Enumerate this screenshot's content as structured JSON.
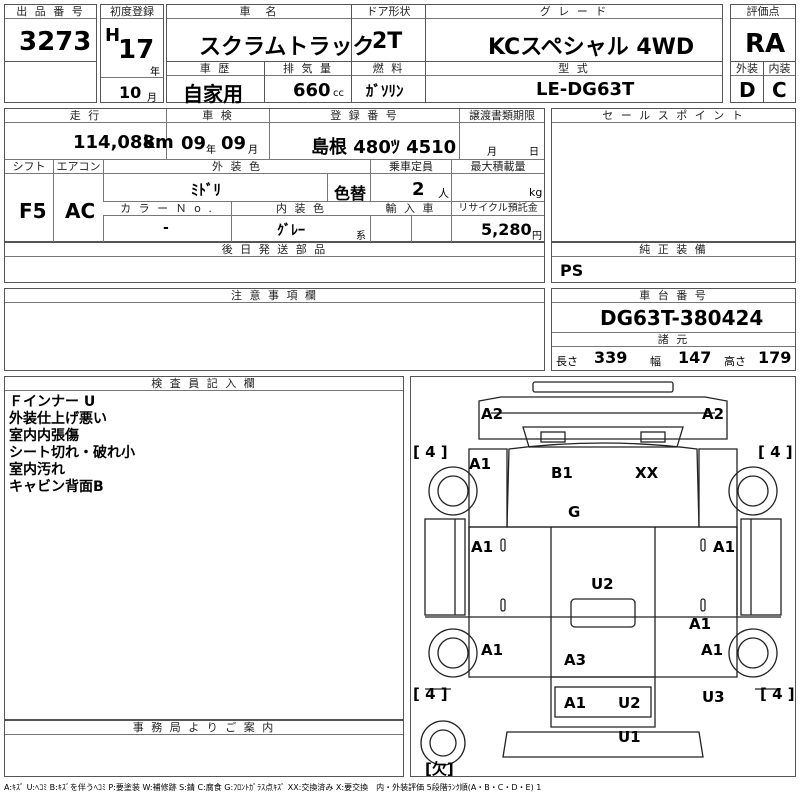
{
  "labels": {
    "lot_no": "出 品 番 号",
    "first_reg": "初度登録",
    "car_name": "車　名",
    "door_type": "ドア形状",
    "grade": "グ レ ー ド",
    "score": "評価点",
    "history": "車 歴",
    "displacement": "排 気 量",
    "fuel": "燃 料",
    "model_type": "型 式",
    "exterior": "外装",
    "interior": "内装",
    "mileage": "走 行",
    "inspection": "車 検",
    "reg_no": "登 録 番 号",
    "transfer_deadline": "譲渡書類期限",
    "sales_point": "セ ー ル ス ポ イ ン ト",
    "shift": "シフト",
    "aircon": "エアコン",
    "ext_color": "外 装 色",
    "capacity": "乗車定員",
    "max_load": "最大積載量",
    "color_no": "カ ラ ー Ｎ o .",
    "int_color": "内 装 色",
    "import": "輸 入 車",
    "recycle": "リサイクル預託金",
    "delivery_parts": "後 日 発 送 部 品",
    "genuine_equip": "純 正 装 備",
    "notes": "注 意 事 項 欄",
    "chassis_no": "車 台 番 号",
    "specs": "諸 元",
    "inspector": "検 査 員 記 入 欄",
    "office": "事 務 局 よ り ご 案 内"
  },
  "lot_no": "3273",
  "first_reg": {
    "era": "H",
    "year": "17",
    "year_unit": "年",
    "month": "10",
    "month_unit": "月"
  },
  "car_name": "スクラムトラック",
  "door_type": "2T",
  "grade": "KCスペシャル 4WD",
  "score": "RA",
  "history": "自家用",
  "displacement": {
    "value": "660",
    "unit": "cc"
  },
  "fuel": "ｶﾞｿﾘﾝ",
  "model_type": "LE-DG63T",
  "exterior_score": "D",
  "interior_score": "C",
  "mileage": {
    "value": "114,088",
    "unit": "km"
  },
  "inspection": {
    "year": "09",
    "year_unit": "年",
    "month": "09",
    "month_unit": "月"
  },
  "reg_no": "島根 480ﾂ 4510",
  "transfer_deadline": {
    "month_unit": "月",
    "day_unit": "日"
  },
  "shift": "F5",
  "aircon": "AC",
  "ext_color": "ﾐﾄﾞﾘ",
  "color_change": "色替",
  "capacity": {
    "value": "2",
    "unit": "人"
  },
  "max_load_unit": "kg",
  "color_no": "-",
  "int_color": {
    "value": "ｸﾞﾚｰ",
    "unit": "系"
  },
  "recycle": {
    "value": "5,280",
    "unit": "円"
  },
  "genuine_equip": "PS",
  "chassis_no": "DG63T-380424",
  "specs": {
    "length_label": "長さ",
    "length": "339",
    "width_label": "幅",
    "width": "147",
    "height_label": "高さ",
    "height": "179"
  },
  "inspector_remarks": [
    "Ｆインナー U",
    "外装仕上げ悪い",
    "室内内張傷",
    "シート切れ・破れ小",
    "室内汚れ",
    "キャビン背面B"
  ],
  "diagram_marks": {
    "front_left": "A2",
    "front_right": "A2",
    "fender_left": "A1",
    "windshield": "B1",
    "windshield_right": "XX",
    "hood": "G",
    "door_left": "A1",
    "door_right": "A1",
    "bed_front": "U2",
    "bed_right": "A1",
    "rear_left": "A1",
    "rear_right": "A1",
    "bed_center": "A3",
    "tailgate_left": "A1",
    "tailgate_right": "U2",
    "bumper_rear": "U1",
    "rear_corner_right": "U3",
    "tire_fl": "[ 4 ]",
    "tire_fr": "[ 4 ]",
    "tire_rl": "[ 4 ]",
    "tire_rr": "[ 4 ]",
    "spare": "[欠]"
  },
  "legend": "A:ｷｽﾞ U:ﾍｺﾐ B:ｷｽﾞを伴うﾍｺﾐ P:要塗装 W:補修跡 S:錆 C:腐食 G:ﾌﾛﾝﾄｶﾞﾗｽ点ｷｽﾞ XX:交換済み X:要交換　内・外装評価 5段階ﾗﾝｸ順(A・B・C・D・E) 1"
}
